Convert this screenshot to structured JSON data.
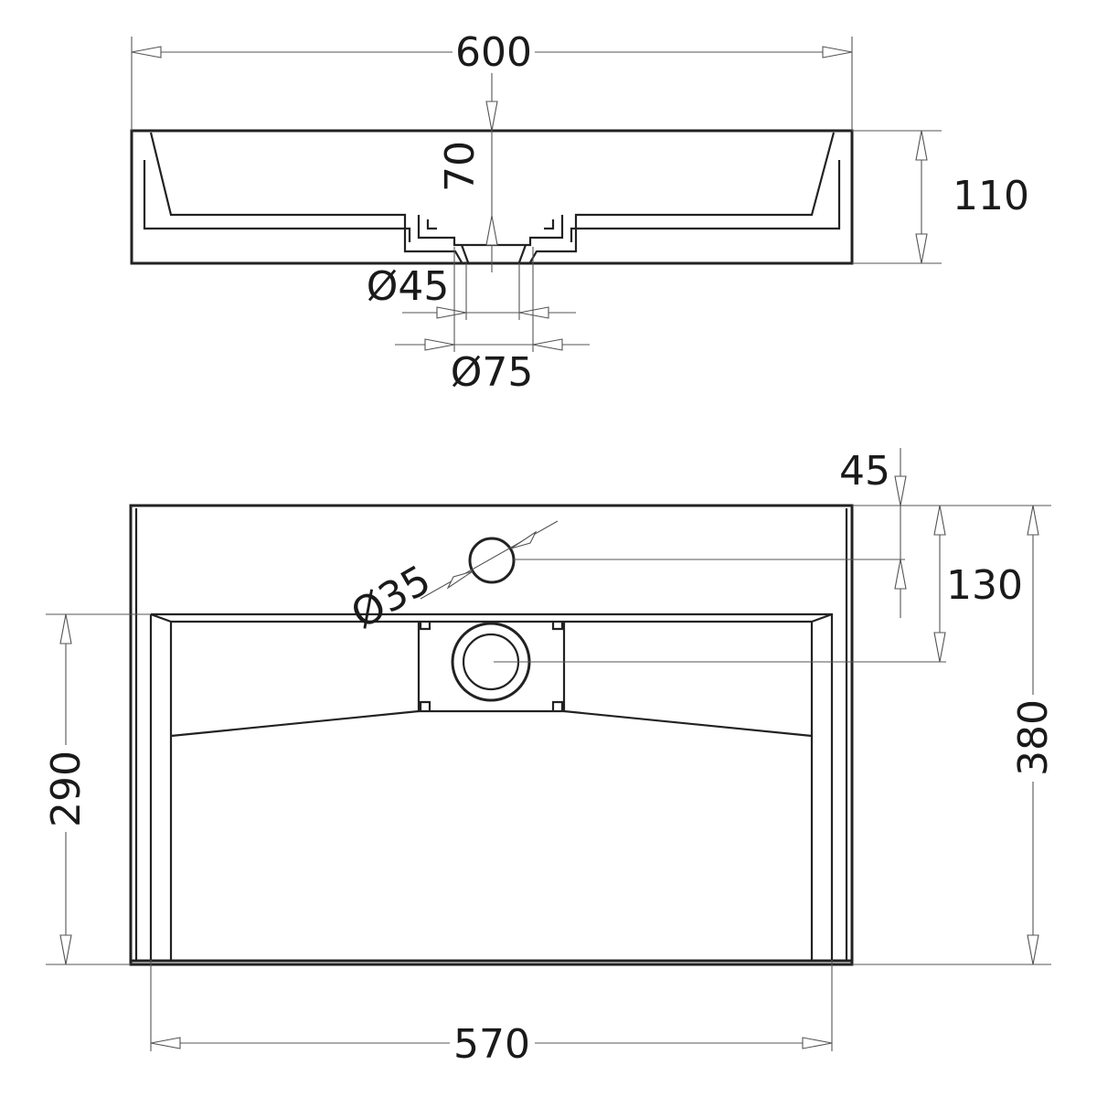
{
  "labels": {
    "width_top": "600",
    "depth_top": "70",
    "height_side": "110",
    "dia_drain_inner": "Ø45",
    "dia_drain_outer": "Ø75",
    "offset_tap": "45",
    "dia_tap_hole": "Ø35",
    "dist_drain": "130",
    "overall_depth": "380",
    "bowl_depth": "290",
    "bowl_width": "570"
  }
}
